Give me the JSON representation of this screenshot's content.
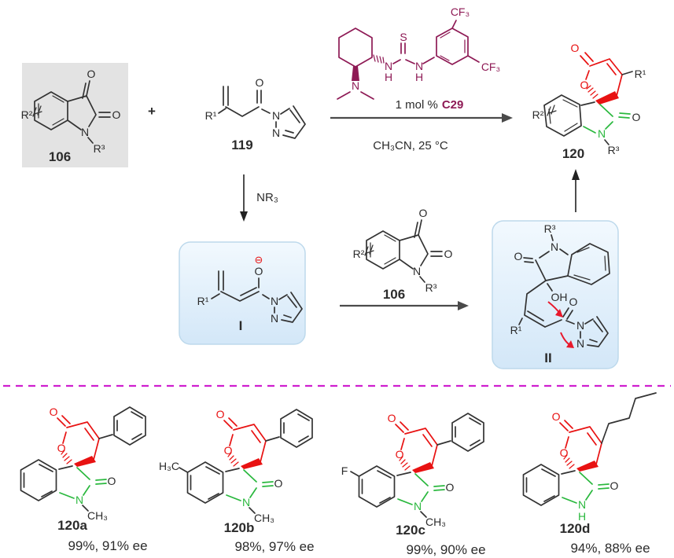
{
  "colors": {
    "lactone_red": "#e81212",
    "oxindole_green": "#2ab83e",
    "catalyst_maroon": "#8e1a55",
    "divider_magenta": "#cf1fcf",
    "reactant_box_gray": "#e3e3e3",
    "intermediate_box_blue": "#dcecf9"
  },
  "atoms": {
    "O": "O",
    "N": "N",
    "S": "S",
    "H": "H",
    "OH": "OH",
    "F": "F",
    "R1": "R¹",
    "R2": "R²",
    "R3": "R³",
    "CF3": "CF₃",
    "CH3": "CH₃",
    "H3C": "H₃C",
    "minus": "⊖",
    "plus": "+"
  },
  "labels": {
    "compound_106": "106",
    "compound_119": "119",
    "compound_120": "120",
    "intermediate_I": "I",
    "intermediate_II": "II",
    "catalyst_loading": "1 mol %",
    "catalyst_name": "C29",
    "conditions": "CH₃CN, 25 °C",
    "amine": "NR₃"
  },
  "products": [
    {
      "id": "120a",
      "result": "99%, 91% ee"
    },
    {
      "id": "120b",
      "result": "98%, 97% ee"
    },
    {
      "id": "120c",
      "result": "99%, 90% ee"
    },
    {
      "id": "120d",
      "result": "94%, 88% ee"
    }
  ]
}
